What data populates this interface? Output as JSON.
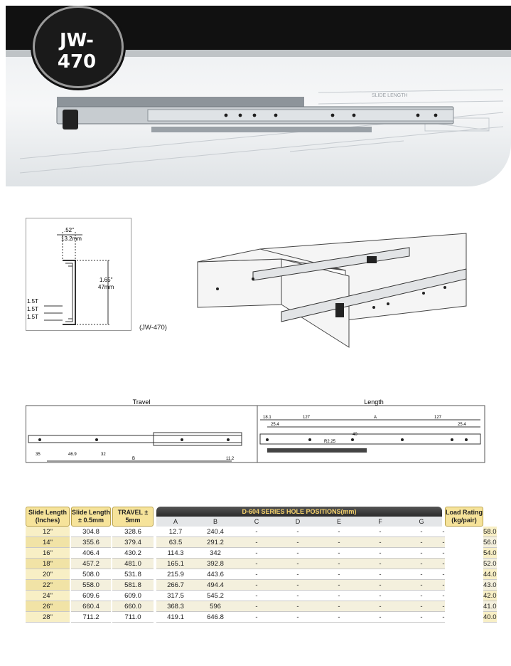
{
  "model": "JW-470",
  "hero": {
    "dim_slide_length": "SLIDE LENGTH"
  },
  "profile": {
    "dim_top": ".52\"",
    "dim_top_mm": "13.2mm",
    "dim_height": "1.65\"",
    "dim_height_mm": "47mm",
    "thickness_labels": [
      "1.5T",
      "1.5T",
      "1.5T"
    ]
  },
  "caption": "(JW-470)",
  "drawing": {
    "travel": "Travel",
    "length": "Length",
    "labels": [
      "18.1",
      "127",
      "A",
      "127",
      "25.4",
      "25.4",
      "R2.25",
      "40",
      "35",
      "46.9",
      "32",
      "B",
      "11.2"
    ]
  },
  "table": {
    "headers": {
      "slide_inches": "Slide Length (Inches)",
      "slide_mm": "Slide Length ± 0.5mm",
      "travel": "TRAVEL ± 5mm",
      "group": "D-604 SERIES HOLE POSITIONS(mm)",
      "load": "Load Rating (kg/pair)"
    },
    "cols": [
      "A",
      "B",
      "C",
      "D",
      "E",
      "F",
      "G"
    ],
    "rows": [
      [
        "12\"",
        "304.8",
        "328.6",
        "12.7",
        "240.4",
        "-",
        "-",
        "-",
        "-",
        "-",
        "58.0"
      ],
      [
        "14\"",
        "355.6",
        "379.4",
        "63.5",
        "291.2",
        "-",
        "-",
        "-",
        "-",
        "-",
        "56.0"
      ],
      [
        "16\"",
        "406.4",
        "430.2",
        "114.3",
        "342",
        "-",
        "-",
        "-",
        "-",
        "-",
        "54.0"
      ],
      [
        "18\"",
        "457.2",
        "481.0",
        "165.1",
        "392.8",
        "-",
        "-",
        "-",
        "-",
        "-",
        "52.0"
      ],
      [
        "20\"",
        "508.0",
        "531.8",
        "215.9",
        "443.6",
        "-",
        "-",
        "-",
        "-",
        "-",
        "44.0"
      ],
      [
        "22\"",
        "558.0",
        "581.8",
        "266.7",
        "494.4",
        "-",
        "-",
        "-",
        "-",
        "-",
        "43.0"
      ],
      [
        "24\"",
        "609.6",
        "609.0",
        "317.5",
        "545.2",
        "-",
        "-",
        "-",
        "-",
        "-",
        "42.0"
      ],
      [
        "26\"",
        "660.4",
        "660.0",
        "368.3",
        "596",
        "-",
        "-",
        "-",
        "-",
        "-",
        "41.0"
      ],
      [
        "28\"",
        "711.2",
        "711.0",
        "419.1",
        "646.8",
        "-",
        "-",
        "-",
        "-",
        "-",
        "40.0"
      ]
    ]
  }
}
